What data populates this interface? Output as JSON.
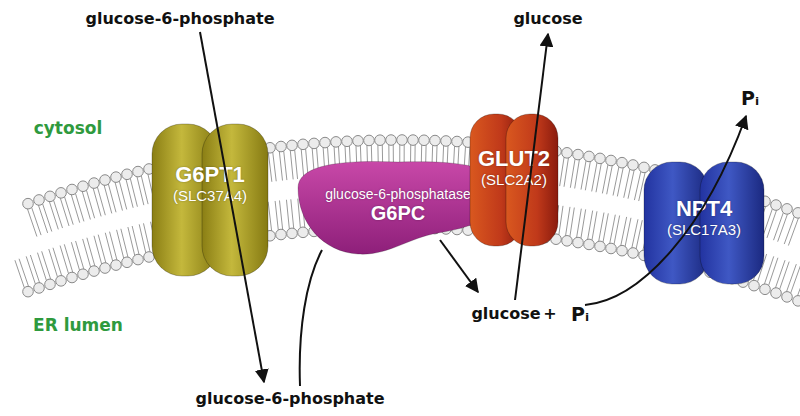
{
  "diagram": {
    "nodes": [
      {
        "text": [
          "G6PT1",
          "(SLC37A4)"
        ]
      },
      {
        "text": [
          "glucose-6-phosphatase",
          "G6PC"
        ]
      },
      {
        "text": [
          "GLUT2",
          "(SLC2A2)"
        ]
      },
      {
        "text": [
          "NPT4",
          "(SLC17A3)"
        ]
      }
    ],
    "labels": [
      "glucose-6-phosphate",
      "glucose",
      "Pᵢ",
      "cytosol",
      "glucose",
      "+",
      "Pᵢ",
      "ER lumen",
      "glucose-6-phosphate"
    ]
  }
}
